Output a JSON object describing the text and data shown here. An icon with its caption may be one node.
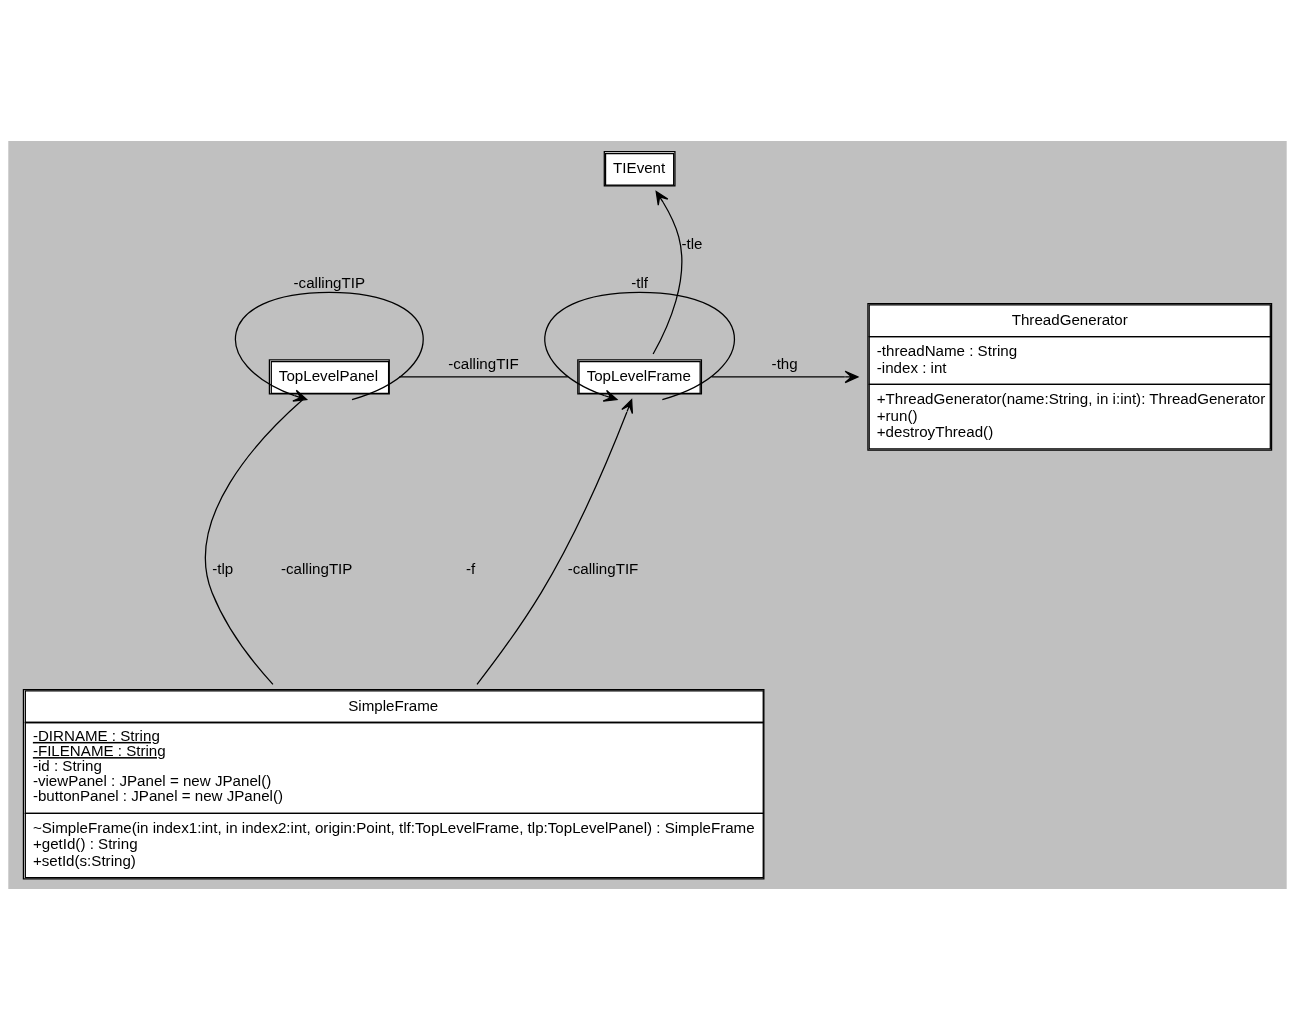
{
  "diagram": {
    "nodes": [
      {
        "text": [
          "TIEvent"
        ]
      },
      {
        "text": [
          "TopLevelPanel"
        ]
      },
      {
        "text": [
          "TopLevelFrame"
        ]
      },
      {
        "text": [
          "ThreadGenerator",
          "-threadName : String",
          "-index : int",
          "+ThreadGenerator(name:String, in i:int): ThreadGenerator",
          "+run()",
          "+destroyThread()"
        ]
      },
      {
        "text": [
          "SimpleFrame",
          "-DIRNAME : String",
          "-FILENAME : String",
          "-id : String",
          "-viewPanel : JPanel = new JPanel()",
          "-buttonPanel : JPanel = new JPanel()",
          "~SimpleFrame(in index1:int, in index2:int, origin:Point, tlf:TopLevelFrame, tlp:TopLevelPanel) : SimpleFrame",
          "+getId() : String",
          "+setId(s:String)"
        ]
      }
    ],
    "edges": [
      {
        "from": 1,
        "to": 1,
        "arrow": "to",
        "label": "-callingTIP"
      },
      {
        "from": 1,
        "to": 2,
        "arrow": "none",
        "label": "-callingTIF"
      },
      {
        "from": 2,
        "to": 0,
        "arrow": "to",
        "label": "-tle"
      },
      {
        "from": 2,
        "to": 3,
        "arrow": "to",
        "label": "-thg"
      },
      {
        "from": 2,
        "to": 2,
        "arrow": "to",
        "label": "-tlf"
      },
      {
        "from": 1,
        "to": 4,
        "arrow": "none",
        "label": "-tlp"
      },
      {
        "from": 4,
        "to": 2,
        "arrow": "to",
        "label": "-callingTIF"
      }
    ],
    "labels": [
      "-callingTIP",
      "-f"
    ]
  }
}
